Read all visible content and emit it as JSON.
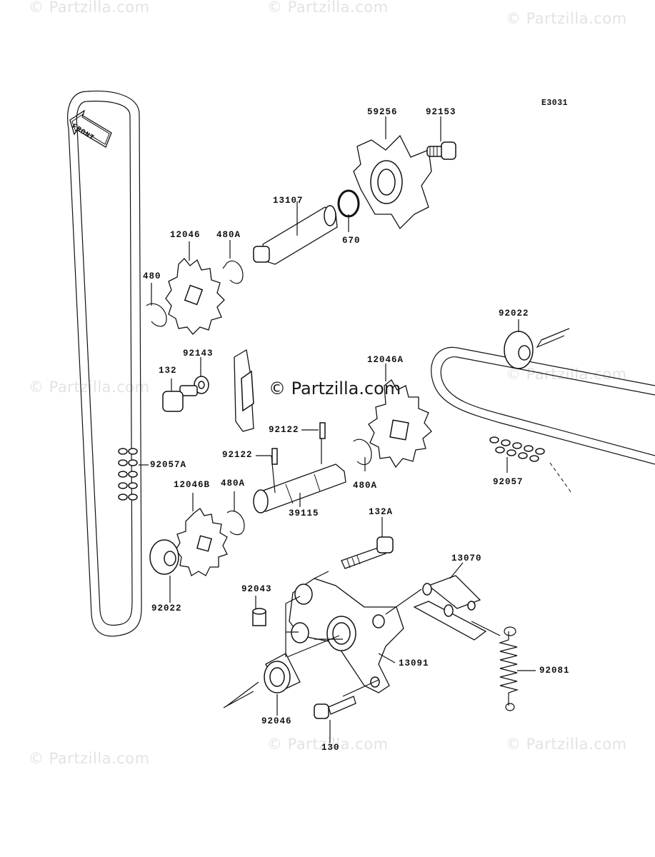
{
  "diagram": {
    "code": "E3031",
    "front_label": "FRONT",
    "watermarks": {
      "corner_text": "© Partzilla.com",
      "center_text": "© Partzilla.com"
    },
    "part_labels": {
      "p59256": "59256",
      "p92153": "92153",
      "p13107": "13107",
      "p670": "670",
      "p12046": "12046",
      "p480A_top": "480A",
      "p480": "480",
      "p92022_right": "92022",
      "p92143": "92143",
      "p132": "132",
      "p12046A": "12046A",
      "p92122_upper": "92122",
      "p92122_lower": "92122",
      "p92057A": "92057A",
      "p480A_right": "480A",
      "p92057": "92057",
      "p12046B": "12046B",
      "p480A_left": "480A",
      "p39115": "39115",
      "p132A": "132A",
      "p13070": "13070",
      "p92022_left": "92022",
      "p92043": "92043",
      "p13091": "13091",
      "p92081": "92081",
      "p92046": "92046",
      "p130": "130"
    }
  }
}
